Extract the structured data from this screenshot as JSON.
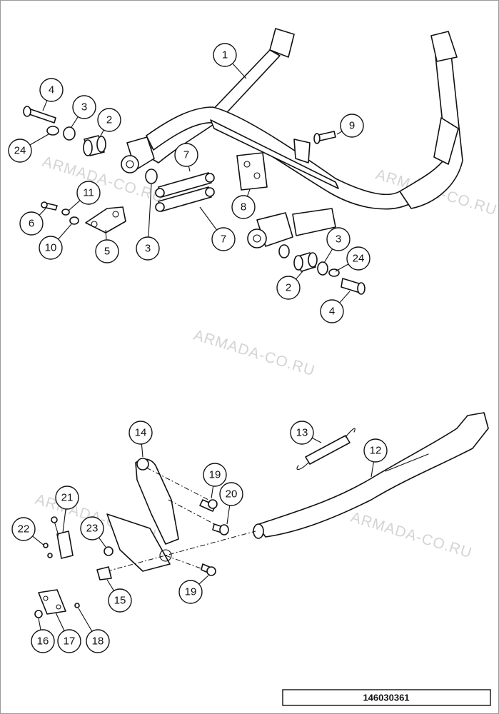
{
  "watermark": "ARMADA-CO.RU",
  "drawing_id": "146030361",
  "callouts": [
    {
      "id": "c1",
      "label": "1"
    },
    {
      "id": "c4a",
      "label": "4"
    },
    {
      "id": "c3a",
      "label": "3"
    },
    {
      "id": "c2a",
      "label": "2"
    },
    {
      "id": "c24a",
      "label": "24"
    },
    {
      "id": "c9",
      "label": "9"
    },
    {
      "id": "c7a",
      "label": "7"
    },
    {
      "id": "c11",
      "label": "11"
    },
    {
      "id": "c6",
      "label": "6"
    },
    {
      "id": "c10",
      "label": "10"
    },
    {
      "id": "c5",
      "label": "5"
    },
    {
      "id": "c3b",
      "label": "3"
    },
    {
      "id": "c7b",
      "label": "7"
    },
    {
      "id": "c8",
      "label": "8"
    },
    {
      "id": "c3c",
      "label": "3"
    },
    {
      "id": "c24b",
      "label": "24"
    },
    {
      "id": "c2b",
      "label": "2"
    },
    {
      "id": "c4b",
      "label": "4"
    },
    {
      "id": "c14",
      "label": "14"
    },
    {
      "id": "c13",
      "label": "13"
    },
    {
      "id": "c12",
      "label": "12"
    },
    {
      "id": "c19a",
      "label": "19"
    },
    {
      "id": "c20",
      "label": "20"
    },
    {
      "id": "c21",
      "label": "21"
    },
    {
      "id": "c22",
      "label": "22"
    },
    {
      "id": "c23",
      "label": "23"
    },
    {
      "id": "c15",
      "label": "15"
    },
    {
      "id": "c19b",
      "label": "19"
    },
    {
      "id": "c16",
      "label": "16"
    },
    {
      "id": "c17",
      "label": "17"
    },
    {
      "id": "c18",
      "label": "18"
    }
  ]
}
